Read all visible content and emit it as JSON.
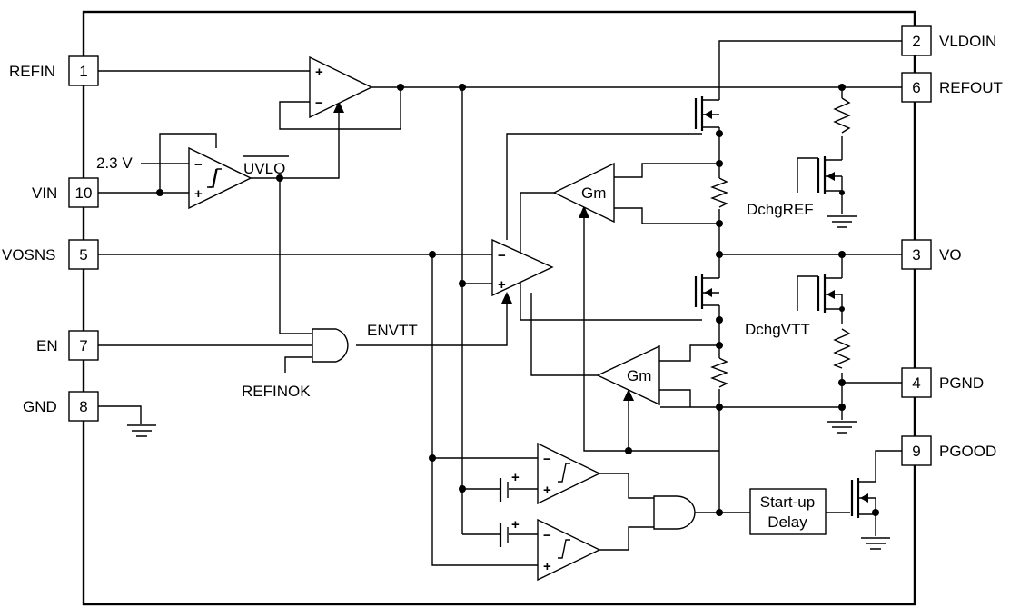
{
  "pins_left": [
    {
      "num": "1",
      "name": "REFIN"
    },
    {
      "num": "10",
      "name": "VIN"
    },
    {
      "num": "5",
      "name": "VOSNS"
    },
    {
      "num": "7",
      "name": "EN"
    },
    {
      "num": "8",
      "name": "GND"
    }
  ],
  "pins_right": [
    {
      "num": "2",
      "name": "VLDOIN"
    },
    {
      "num": "6",
      "name": "REFOUT"
    },
    {
      "num": "3",
      "name": "VO"
    },
    {
      "num": "4",
      "name": "PGND"
    },
    {
      "num": "9",
      "name": "PGOOD"
    }
  ],
  "labels": {
    "v23": "2.3 V",
    "uvlo": "UVLO",
    "envtt": "ENVTT",
    "refinok": "REFINOK",
    "gm": "Gm",
    "dchgref": "DchgREF",
    "dchgvtt": "DchgVTT",
    "startup_line1": "Start-up",
    "startup_line2": "Delay"
  },
  "signs": {
    "plus": "+",
    "minus": "−"
  }
}
